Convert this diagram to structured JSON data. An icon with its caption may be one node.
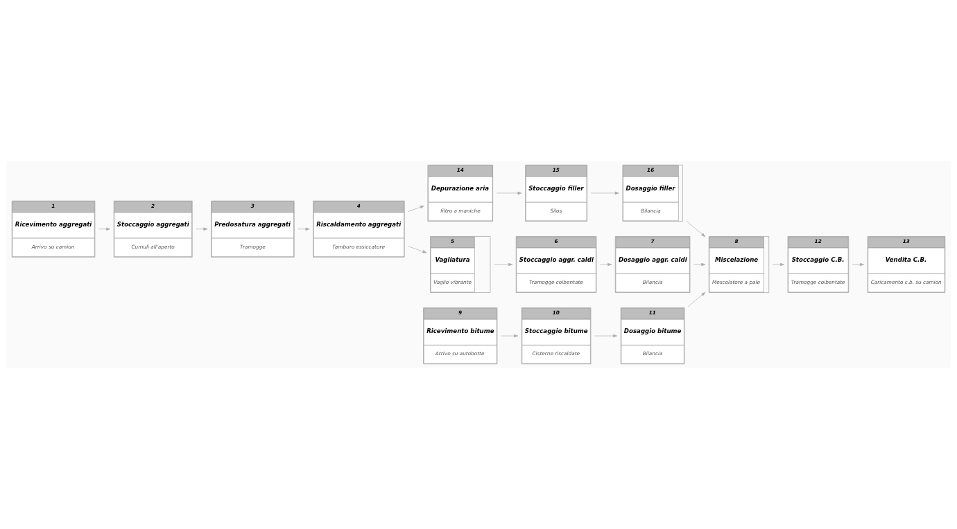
{
  "diagram": {
    "nodes": [
      {
        "text": [
          "14",
          "Depurazione aria",
          "filtro a maniche"
        ]
      },
      {
        "text": [
          "15",
          "Stoccaggio filler",
          "Silos"
        ]
      },
      {
        "text": [
          "16",
          "Dosaggio filler",
          "Bilancia"
        ]
      },
      {
        "text": [
          "1",
          "Ricevimento aggregati",
          "Arrivo su camion"
        ]
      },
      {
        "text": [
          "2",
          "Stoccaggio aggregati",
          "Cumuli all'aperto"
        ]
      },
      {
        "text": [
          "3",
          "Predosatura aggregati",
          "Tramogge"
        ]
      },
      {
        "text": [
          "4",
          "Riscaldamento aggregati",
          "Tamburo essiccatore"
        ]
      },
      {
        "text": [
          "5",
          "Vagliatura",
          "Vaglio vibrante"
        ]
      },
      {
        "text": [
          "6",
          "Stoccaggio aggr. caldi",
          "Tramogge coibentate"
        ]
      },
      {
        "text": [
          "7",
          "Dosaggio aggr. caldi",
          "Bilancia"
        ]
      },
      {
        "text": [
          "8",
          "Miscelazione",
          "Mescolatore a pale"
        ]
      },
      {
        "text": [
          "9",
          "Ricevimento bitume",
          "Arrivo su autobotte"
        ]
      },
      {
        "text": [
          "10",
          "Stoccaggio bitume",
          "Cisterne riscaldate"
        ]
      },
      {
        "text": [
          "11",
          "Dosaggio bitume",
          "Bilancia"
        ]
      },
      {
        "text": [
          "13",
          "Vendita C.B.",
          "Caricamento c.b. su camion"
        ]
      },
      {
        "text": [
          "12",
          "Stoccaggio C.B.",
          "Tramogge coibentate"
        ]
      }
    ],
    "edges": [
      {
        "from": 3,
        "to": 4,
        "arrow": "to"
      },
      {
        "from": 4,
        "to": 5,
        "arrow": "to"
      },
      {
        "from": 5,
        "to": 6,
        "arrow": "to"
      },
      {
        "from": 6,
        "to": 0,
        "arrow": "to"
      },
      {
        "from": 0,
        "to": 1,
        "arrow": "to"
      },
      {
        "from": 1,
        "to": 2,
        "arrow": "to"
      },
      {
        "from": 6,
        "to": 7,
        "arrow": "to"
      },
      {
        "from": 7,
        "to": 8,
        "arrow": "to"
      },
      {
        "from": 8,
        "to": 9,
        "arrow": "to"
      },
      {
        "from": 2,
        "to": 10,
        "arrow": "to"
      },
      {
        "from": 9,
        "to": 10,
        "arrow": "to"
      },
      {
        "from": 13,
        "to": 10,
        "arrow": "to"
      },
      {
        "from": 11,
        "to": 12,
        "arrow": "to"
      },
      {
        "from": 12,
        "to": 13,
        "arrow": "to"
      },
      {
        "from": 10,
        "to": 15,
        "arrow": "to"
      },
      {
        "from": 15,
        "to": 14,
        "arrow": "to"
      }
    ]
  }
}
